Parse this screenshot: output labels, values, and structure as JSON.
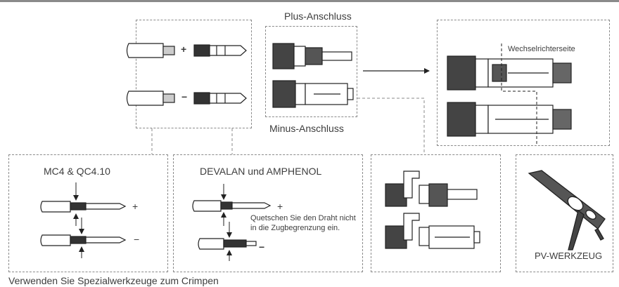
{
  "labels": {
    "plus_connection": "Plus-Anschluss",
    "minus_connection": "Minus-Anschluss",
    "inverter_side": "Wechselrichterseite",
    "mc4_title": "MC4 & QC4.10",
    "devalan_title": "DEVALAN und AMPHENOL",
    "warning_line1": "Quetschen Sie den Draht nicht",
    "warning_line2": "in die Zugbegrenzung ein.",
    "pv_tool": "PV-WERKZEUG",
    "footer": "Verwenden Sie Spezialwerkzeuge zum Crimpen",
    "plus_sign": "+",
    "minus_sign": "−",
    "plus_sign_2": "+",
    "minus_sign_2": "−",
    "plus_sign_3": "+",
    "minus_sign_3": "−"
  }
}
